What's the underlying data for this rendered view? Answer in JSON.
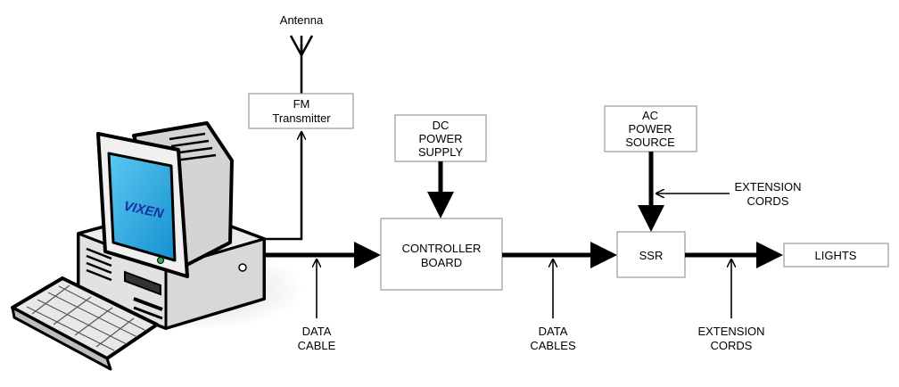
{
  "computer": {
    "screen_text": "VIXEN"
  },
  "antenna": {
    "label": "Antenna"
  },
  "fm_transmitter": {
    "line1": "FM",
    "line2": "Transmitter"
  },
  "dc_power_supply": {
    "line1": "DC",
    "line2": "POWER",
    "line3": "SUPPLY"
  },
  "ac_power_source": {
    "line1": "AC",
    "line2": "POWER",
    "line3": "SOURCE"
  },
  "controller_board": {
    "line1": "CONTROLLER",
    "line2": "BOARD"
  },
  "ssr": {
    "label": "SSR"
  },
  "lights": {
    "label": "LIGHTS"
  },
  "data_cable": {
    "line1": "DATA",
    "line2": "CABLE"
  },
  "data_cables": {
    "line1": "DATA",
    "line2": "CABLES"
  },
  "extension_cords_top": {
    "line1": "EXTENSION",
    "line2": "CORDS"
  },
  "extension_cords_bottom": {
    "line1": "EXTENSION",
    "line2": "CORDS"
  },
  "colors": {
    "screen": "#1fa0dc",
    "screen_text": "#1530a0",
    "led": "#2bb34a"
  }
}
